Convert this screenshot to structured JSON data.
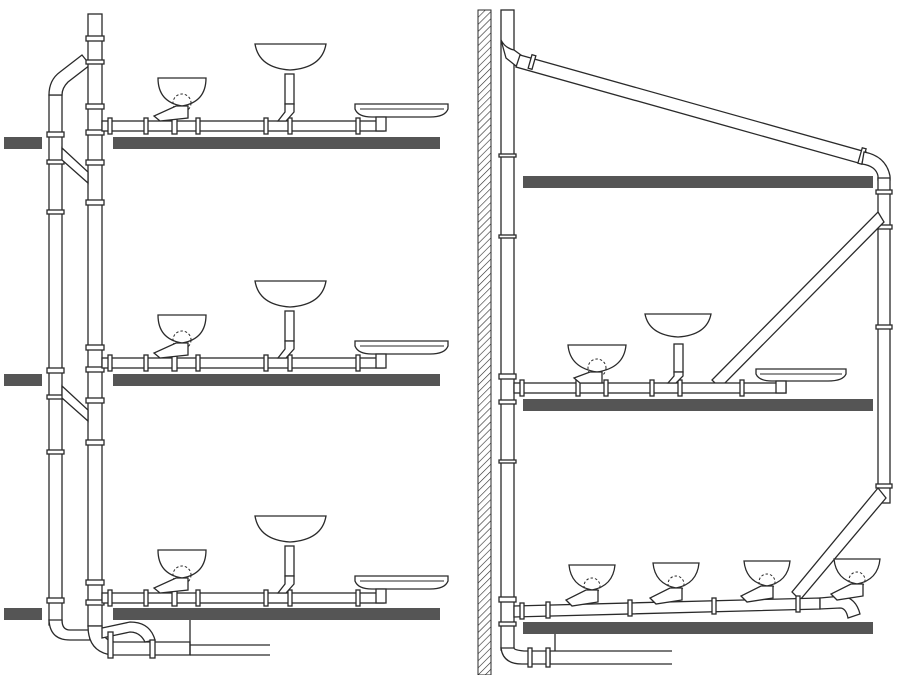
{
  "diagram": {
    "type": "plumbing drainage and vent riser schematic",
    "panels": [
      {
        "id": "left",
        "floors": 3,
        "fixtures_per_floor": [
          "washbasin",
          "sink",
          "shower-tray"
        ]
      },
      {
        "id": "right",
        "floors": 2,
        "upper_floor_fixtures": [
          "washbasin",
          "sink",
          "shower-tray"
        ],
        "lower_floor_fixtures": [
          "washbasin",
          "washbasin",
          "washbasin",
          "washbasin"
        ]
      }
    ],
    "colors": {
      "line": "#2a2a2a",
      "slab": "#555555",
      "background": "#ffffff"
    }
  }
}
